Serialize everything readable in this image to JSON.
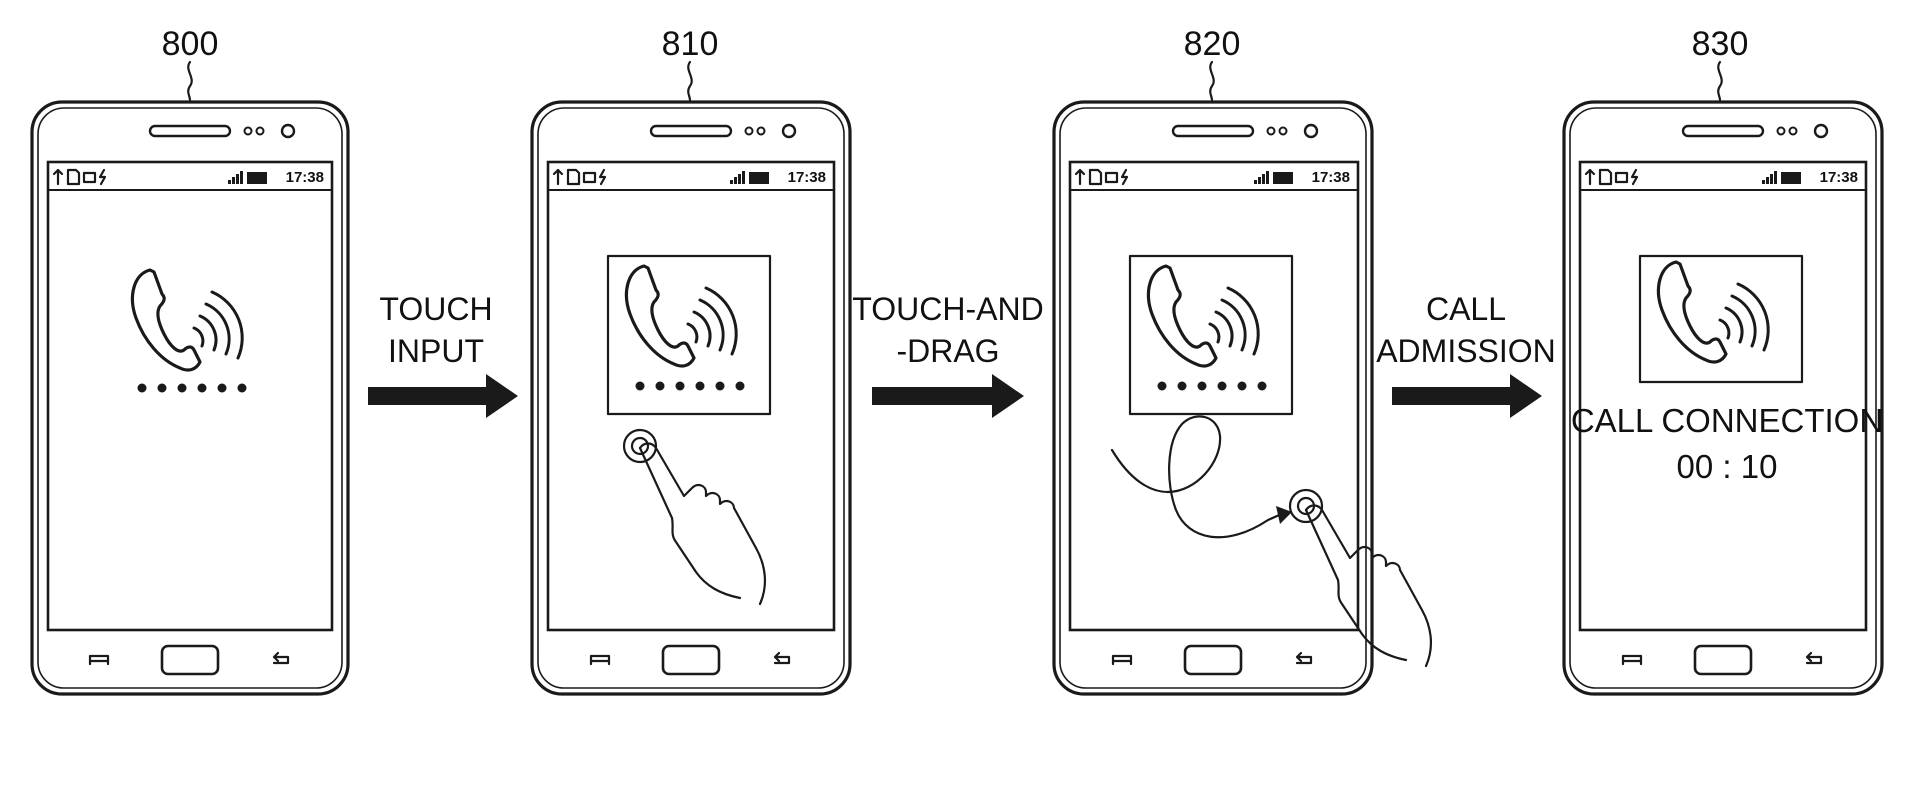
{
  "phones": [
    {
      "id": "800",
      "label": "800"
    },
    {
      "id": "810",
      "label": "810"
    },
    {
      "id": "820",
      "label": "820"
    },
    {
      "id": "830",
      "label": "830"
    }
  ],
  "status_bar": {
    "time": "17:38"
  },
  "transitions": [
    {
      "line1": "TOUCH",
      "line2": "INPUT"
    },
    {
      "line1": "TOUCH-AND",
      "line2": "-DRAG"
    },
    {
      "line1": "CALL",
      "line2": "ADMISSION"
    }
  ],
  "call_screen": {
    "status": "CALL CONNECTION",
    "timer": "00 : 10"
  },
  "icons": {
    "incoming": "phone-ringing-icon",
    "menu": "menu-key-icon",
    "home": "home-key-icon",
    "back": "back-key-icon"
  },
  "colors": {
    "ink": "#1a1a1a",
    "paper": "#ffffff"
  }
}
